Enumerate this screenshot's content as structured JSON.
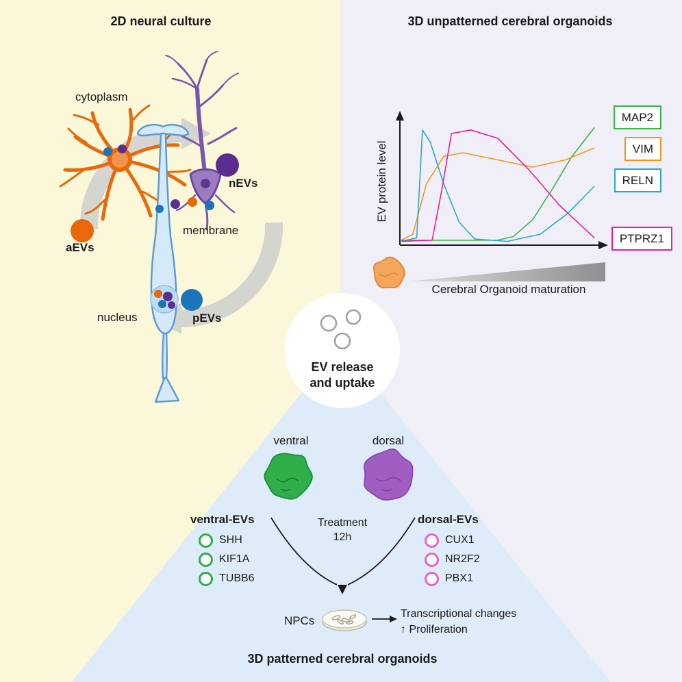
{
  "sections": {
    "neural_culture_title": "2D neural culture",
    "unpatterned_title": "3D unpatterned cerebral organoids",
    "patterned_title": "3D patterned cerebral organoids"
  },
  "neural_culture": {
    "cytoplasm_label": "cytoplasm",
    "nevs_label": "nEVs",
    "membrane_label": "membrane",
    "aevs_label": "aEVs",
    "nucleus_label": "nucleus",
    "pevs_label": "pEVs"
  },
  "center_hub": {
    "line1": "EV release",
    "line2": "and uptake"
  },
  "chart_data": {
    "type": "line",
    "title": "",
    "ylabel": "EV protein level",
    "xlabel": "Cerebral Organoid maturation",
    "x_range": [
      0,
      1
    ],
    "y_range": [
      0,
      1
    ],
    "grid": false,
    "legend_position": "right-outside",
    "series": [
      {
        "name": "MAP2",
        "color": "#3ab54a",
        "points": [
          [
            0,
            0.03
          ],
          [
            0.5,
            0.03
          ],
          [
            0.58,
            0.06
          ],
          [
            0.68,
            0.2
          ],
          [
            0.78,
            0.45
          ],
          [
            0.88,
            0.72
          ],
          [
            1,
            0.97
          ]
        ]
      },
      {
        "name": "VIM",
        "color": "#f7941d",
        "points": [
          [
            0,
            0.03
          ],
          [
            0.06,
            0.08
          ],
          [
            0.13,
            0.5
          ],
          [
            0.22,
            0.73
          ],
          [
            0.32,
            0.76
          ],
          [
            0.5,
            0.7
          ],
          [
            0.68,
            0.64
          ],
          [
            0.85,
            0.7
          ],
          [
            1,
            0.8
          ]
        ]
      },
      {
        "name": "RELN",
        "color": "#2aa9c4",
        "points": [
          [
            0,
            0.02
          ],
          [
            0.08,
            0.05
          ],
          [
            0.11,
            0.95
          ],
          [
            0.15,
            0.85
          ],
          [
            0.22,
            0.5
          ],
          [
            0.3,
            0.18
          ],
          [
            0.38,
            0.04
          ],
          [
            0.55,
            0.02
          ],
          [
            0.72,
            0.08
          ],
          [
            0.86,
            0.25
          ],
          [
            1,
            0.48
          ]
        ]
      },
      {
        "name": "PTPRZ1",
        "color": "#ec1e9a",
        "points": [
          [
            0,
            0.02
          ],
          [
            0.16,
            0.03
          ],
          [
            0.21,
            0.45
          ],
          [
            0.26,
            0.92
          ],
          [
            0.36,
            0.95
          ],
          [
            0.5,
            0.88
          ],
          [
            0.66,
            0.62
          ],
          [
            0.82,
            0.32
          ],
          [
            1,
            0.05
          ]
        ]
      }
    ]
  },
  "patterned": {
    "ventral_label": "ventral",
    "dorsal_label": "dorsal",
    "ventral_evs_title": "ventral-EVs",
    "ventral_markers": [
      "SHH",
      "KIF1A",
      "TUBB6"
    ],
    "dorsal_evs_title": "dorsal-EVs",
    "dorsal_markers": [
      "CUX1",
      "NR2F2",
      "PBX1"
    ],
    "treatment_line1": "Treatment",
    "treatment_line2": "12h",
    "npcs_label": "NPCs",
    "outcome_line1": "Transcriptional changes",
    "outcome_line2": "↑ Proliferation"
  },
  "colors": {
    "background_yellow": "#fbf8da",
    "background_lavender": "#f0eef6",
    "background_blue_triangle": "#ddecf8",
    "astrocyte_orange": "#e8690b",
    "neuron_purple": "#7a57a8",
    "progenitor_blue": "#5b9bd5",
    "aevs_orange": "#e8690b",
    "nevs_purple": "#5b2d90",
    "pevs_blue": "#1b75bc",
    "ventral_green": "#2fae49",
    "dorsal_purple": "#a15ec2",
    "ventral_marker_green": "#2fae49",
    "dorsal_marker_pink": "#f25fc4",
    "cycle_arrow_gray": "#cfcfcf"
  }
}
